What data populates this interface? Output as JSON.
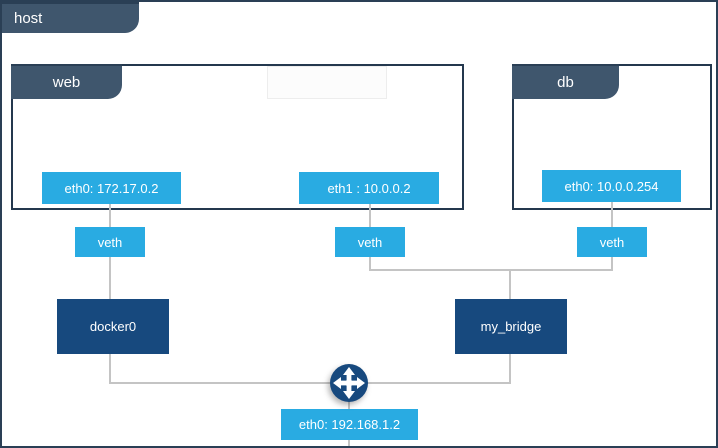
{
  "colors": {
    "accent_blue": "#29ABE2",
    "navy": "#17497E",
    "slate_tab": "#3F566D",
    "container_border": "#24384E",
    "outer_border": "#2A3F55",
    "connector_gray": "#C4C4C4"
  },
  "host": {
    "label": "host",
    "interface": {
      "label": "eth0: 192.168.1.2"
    },
    "router_icon": "router-cross-arrows-icon"
  },
  "containers": [
    {
      "label": "web",
      "interfaces": [
        {
          "label": "eth0: 172.17.0.2"
        },
        {
          "label": "eth1 : 10.0.0.2"
        }
      ]
    },
    {
      "label": "db",
      "interfaces": [
        {
          "label": "eth0: 10.0.0.254"
        }
      ]
    }
  ],
  "veths": [
    {
      "label": "veth"
    },
    {
      "label": "veth"
    },
    {
      "label": "veth"
    }
  ],
  "bridges": [
    {
      "label": "docker0"
    },
    {
      "label": "my_bridge"
    }
  ]
}
